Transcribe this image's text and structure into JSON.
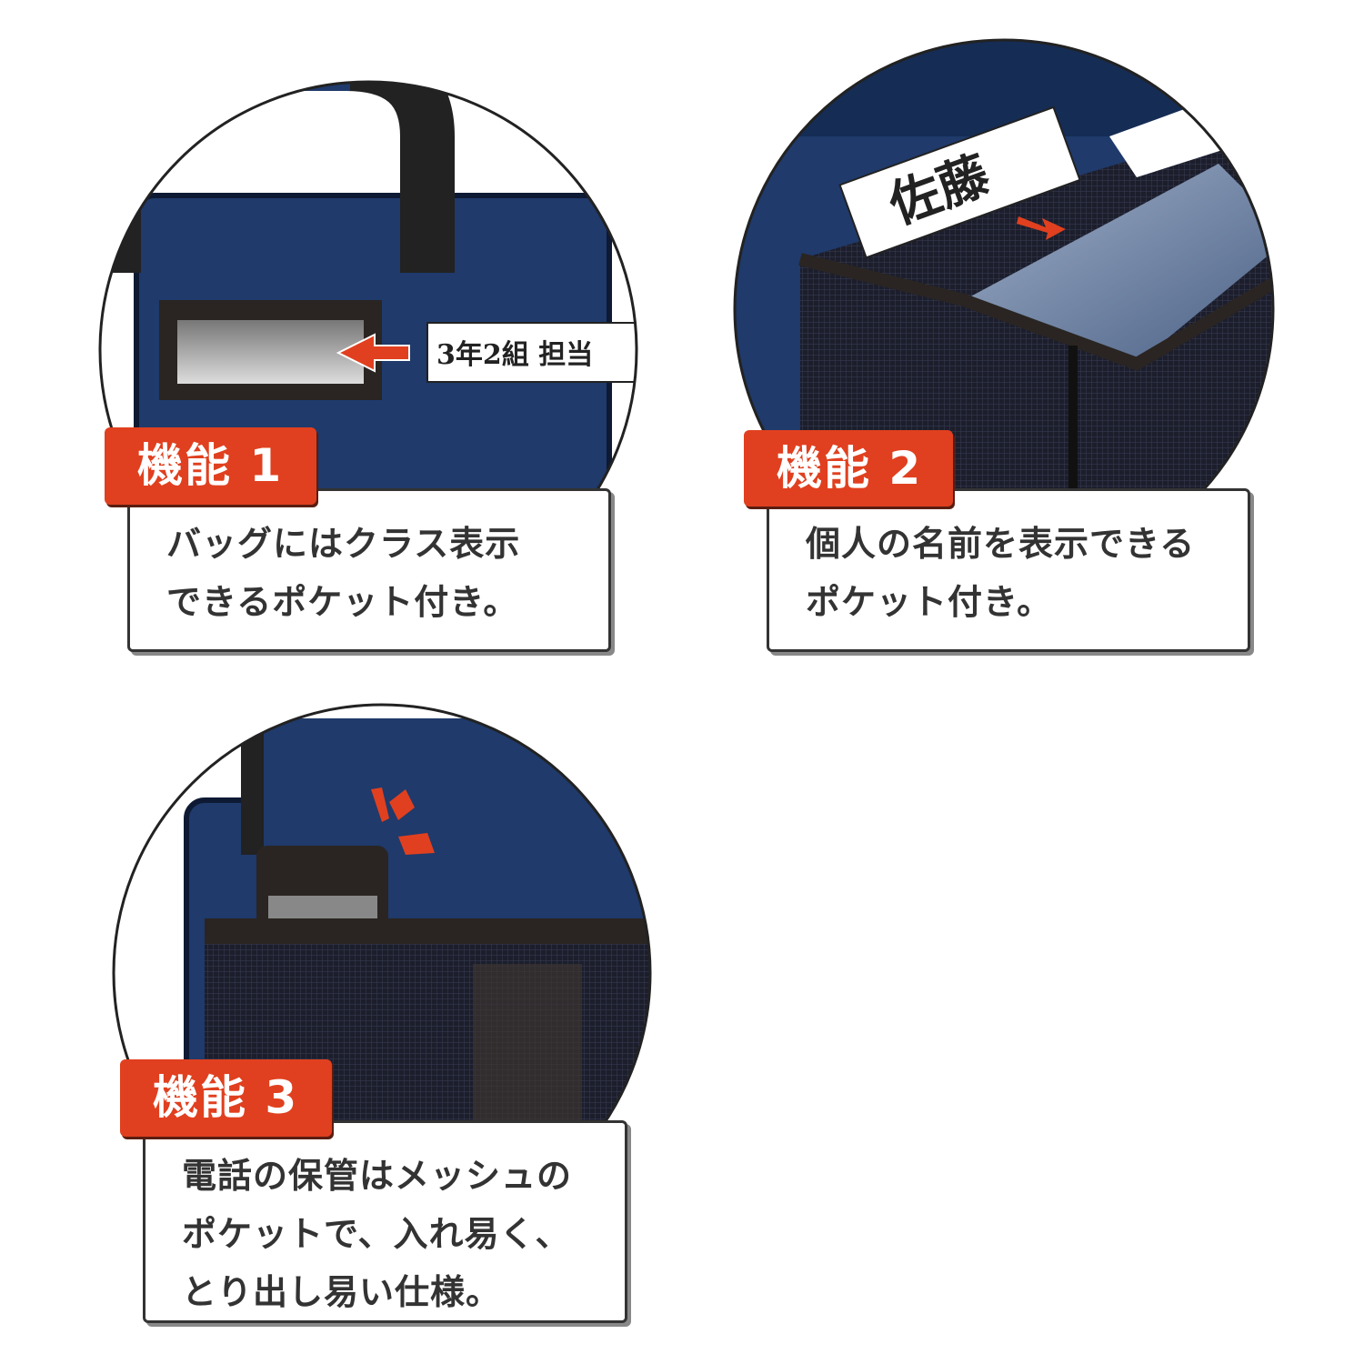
{
  "features": [
    {
      "badge": "機能 1",
      "text": "バッグにはクラス表示\nできるポケット付き。",
      "illustration_label": "3年2組 担当"
    },
    {
      "badge": "機能 2",
      "text": "個人の名前を表示できる\nポケット付き。",
      "illustration_label": "佐藤"
    },
    {
      "badge": "機能 3",
      "text": "電話の保管はメッシュの\nポケットで、入れ易く、\nとり出し易い仕様。"
    }
  ],
  "colors": {
    "accent": "#e0401f",
    "navy": "#1f3a6b",
    "dark": "#2a2522"
  }
}
